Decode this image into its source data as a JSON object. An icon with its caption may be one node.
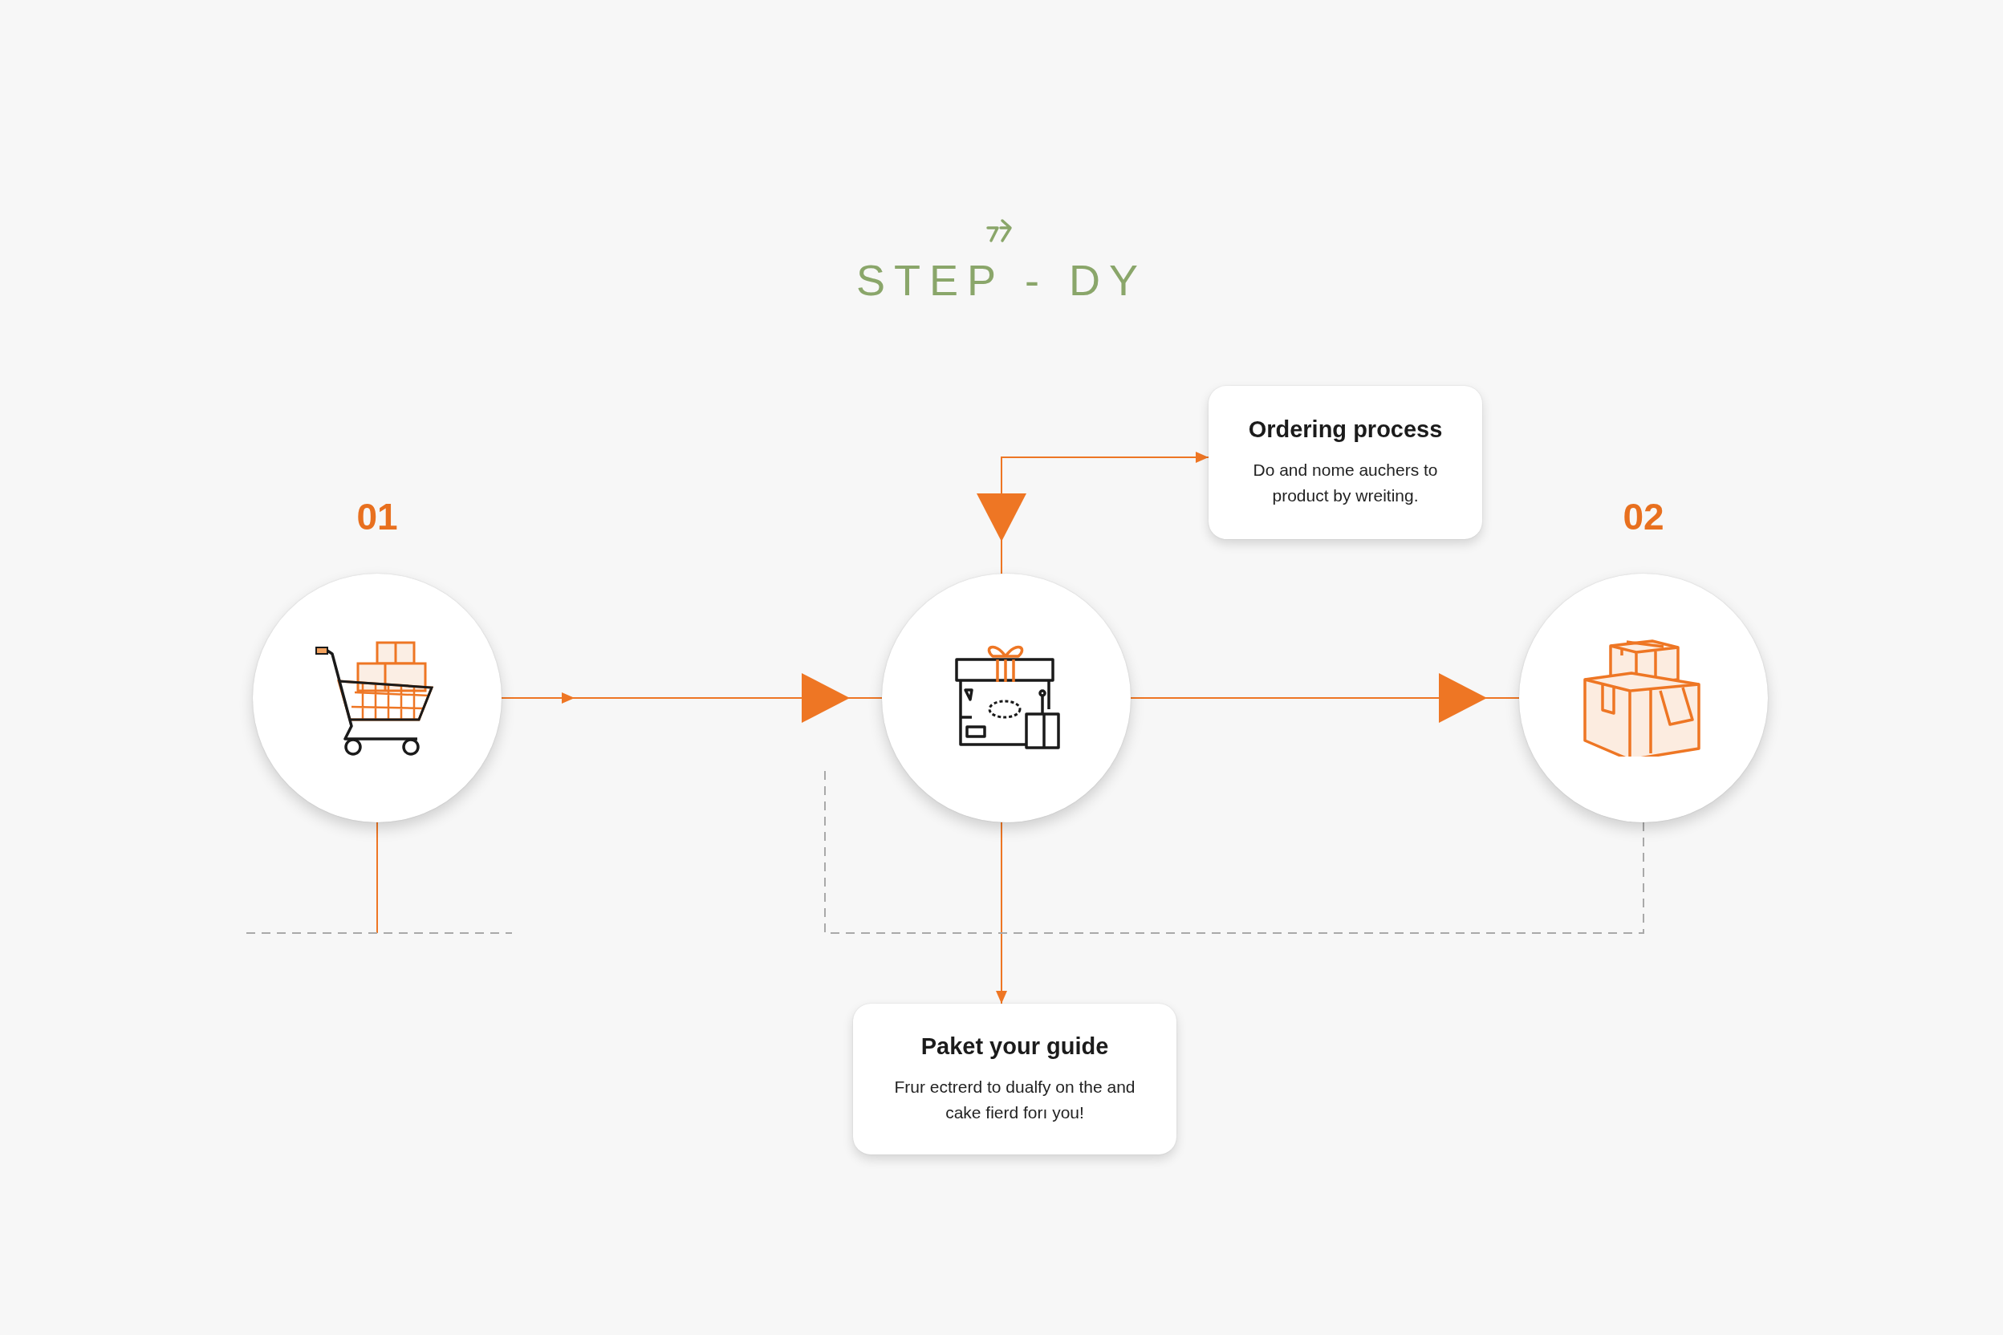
{
  "diagram": {
    "title": "STEP - DY",
    "nodes": [
      {
        "text": [
          "Ordering process",
          "Do and nome auchers to product by wreiting."
        ]
      },
      {
        "text": [
          "01"
        ]
      },
      {
        "text": [],
        "shape": "circle"
      },
      {
        "text": [
          "02"
        ]
      },
      {
        "text": [
          "Paket your guide",
          "Frur ectrerd to dualfy on the and cake fierd forı you!"
        ]
      }
    ],
    "edges": [
      {
        "from": 1,
        "to": 2,
        "arrow": "to"
      },
      {
        "from": 2,
        "to": 3,
        "arrow": "to"
      },
      {
        "from": 0,
        "to": 2,
        "arrow": "both"
      },
      {
        "from": 2,
        "to": 4,
        "arrow": "to"
      },
      {
        "from": 3,
        "to": null,
        "arrow": "none",
        "style": "dashed",
        "color": "#a9a9a9"
      },
      {
        "from": 1,
        "to": null,
        "arrow": "none"
      }
    ]
  }
}
